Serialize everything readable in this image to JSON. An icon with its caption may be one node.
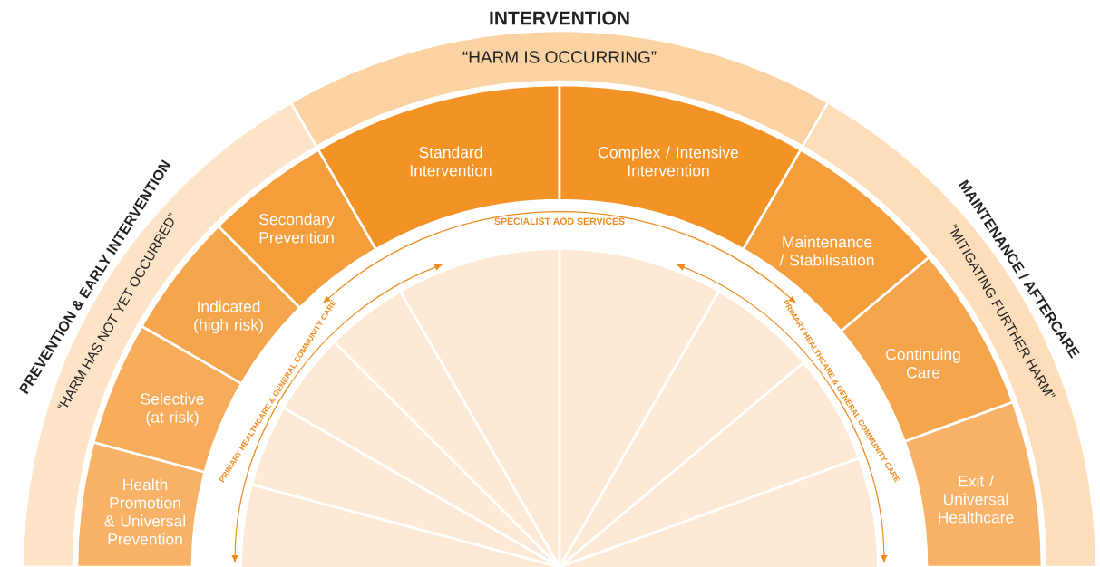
{
  "diagram": {
    "nodes": [
      {
        "text": [
          "PREVENTION & EARLY INTERVENTION",
          "“HARM HAS NOT YET OCCURRED”"
        ]
      },
      {
        "text": [
          "INTERVENTION",
          "“HARM IS OCCURRING”"
        ]
      },
      {
        "text": [
          "MAINTENANCE / AFTERCARE",
          "“MITIGATING FURTHER HARM”"
        ]
      },
      {
        "text": [
          "Health Promotion & Universal Prevention"
        ]
      },
      {
        "text": [
          "Selective (at risk)"
        ]
      },
      {
        "text": [
          "Indicated (high risk)"
        ]
      },
      {
        "text": [
          "Secondary Prevention"
        ]
      },
      {
        "text": [
          "Standard Intervention"
        ]
      },
      {
        "text": [
          "Complex / Intensive Intervention"
        ]
      },
      {
        "text": [
          "Maintenance / Stabilisation"
        ]
      },
      {
        "text": [
          "Continuing Care"
        ]
      },
      {
        "text": [
          "Exit / Universal Healthcare"
        ]
      }
    ],
    "labels": [
      "SPECIALIST AOD SERVICES",
      "PRIMARY HEALTHCARE & GENERAL COMMUNITY CARE",
      "PRIMARY HEALTHCARE & GENERAL COMMUNITY CARE"
    ]
  }
}
